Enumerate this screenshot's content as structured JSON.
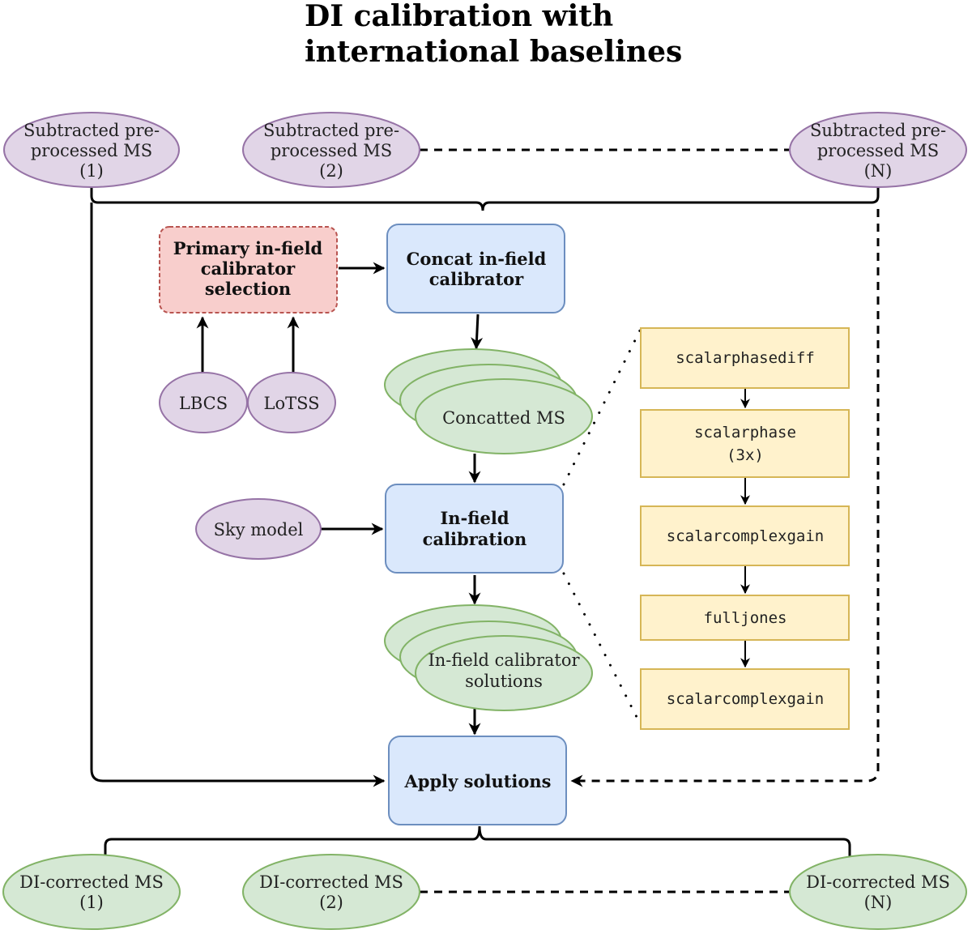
{
  "title": {
    "line1": "DI calibration with",
    "line2": "international baselines"
  },
  "inputs": [
    {
      "line1": "Subtracted pre-",
      "line2": "processed MS",
      "line3": "(1)"
    },
    {
      "line1": "Subtracted pre-",
      "line2": "processed MS",
      "line3": "(2)"
    },
    {
      "line1": "Subtracted pre-",
      "line2": "processed MS",
      "line3": "(N)"
    }
  ],
  "primary_selection": {
    "line1": "Primary in-field",
    "line2": "calibrator",
    "line3": "selection"
  },
  "catalogs": {
    "lbcs": "LBCS",
    "lotss": "LoTSS"
  },
  "concat_step": {
    "line1": "Concat in-field",
    "line2": "calibrator"
  },
  "concatted_ms": {
    "label": "Concatted MS"
  },
  "sky_model": {
    "label": "Sky model"
  },
  "infield_calibration": {
    "line1": "In-field",
    "line2": "calibration"
  },
  "solutions": {
    "line1": "In-field calibrator",
    "line2": "solutions"
  },
  "apply_step": {
    "label": "Apply solutions"
  },
  "solve_chain": [
    {
      "line1": "scalarphasediff",
      "line2": ""
    },
    {
      "line1": "scalarphase",
      "line2": "(3x)"
    },
    {
      "line1": "scalarcomplexgain",
      "line2": ""
    },
    {
      "line1": "fulljones",
      "line2": ""
    },
    {
      "line1": "scalarcomplexgain",
      "line2": ""
    }
  ],
  "outputs": [
    {
      "line1": "DI-corrected MS",
      "line2": "(1)"
    },
    {
      "line1": "DI-corrected MS",
      "line2": "(2)"
    },
    {
      "line1": "DI-corrected MS",
      "line2": "(N)"
    }
  ],
  "colors": {
    "data_input": "#e1d5e7",
    "data_product": "#d5e8d4",
    "process": "#dae8fc",
    "selection": "#f8cecc",
    "solver_step": "#fff2cc"
  }
}
